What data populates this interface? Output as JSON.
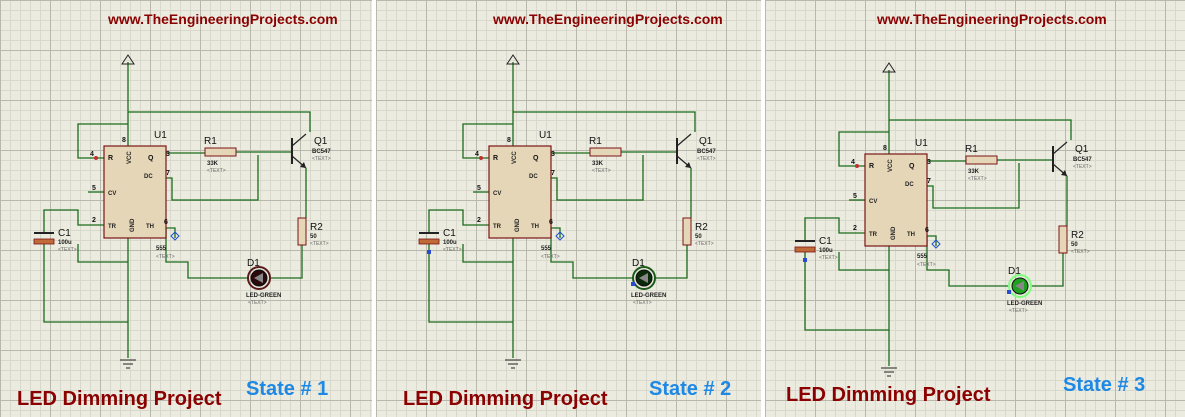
{
  "panels": [
    {
      "id": "state-1",
      "site_url": "www.TheEngineeringProjects.com",
      "project_title": "LED Dimming Project",
      "state_label": "State # 1",
      "led_color": "#2a0a0a",
      "led_glow": "#5a1a1a"
    },
    {
      "id": "state-2",
      "site_url": "www.TheEngineeringProjects.com",
      "project_title": "LED Dimming Project",
      "state_label": "State # 2",
      "led_color": "#0a2a0a",
      "led_glow": "#1a5a1a"
    },
    {
      "id": "state-3",
      "site_url": "www.TheEngineeringProjects.com",
      "project_title": "LED Dimming Project",
      "state_label": "State # 3",
      "led_color": "#1fa01f",
      "led_glow": "#7dff7d"
    }
  ],
  "components": {
    "timer": {
      "ref": "U1",
      "part": "555",
      "pins": {
        "vcc_num": "8",
        "reset": "R",
        "vcc": "VCC",
        "q": "Q",
        "dc": "DC",
        "cv": "CV",
        "tr": "TR",
        "gnd": "GND",
        "th": "TH",
        "n4": "4",
        "n3": "3",
        "n7": "7",
        "n5": "5",
        "n2": "2",
        "n6": "6"
      }
    },
    "resistor1": {
      "ref": "R1",
      "value": "33K",
      "text": "<TEXT>"
    },
    "transistor": {
      "ref": "Q1",
      "part": "BC547",
      "text": "<TEXT>"
    },
    "resistor2": {
      "ref": "R2",
      "value": "50",
      "text": "<TEXT>"
    },
    "capacitor": {
      "ref": "C1",
      "value": "100u",
      "text": "<TEXT>"
    },
    "led": {
      "ref": "D1",
      "part": "LED-GREEN",
      "text": "<TEXT>"
    },
    "timer_text": "<TEXT>"
  },
  "colors": {
    "title": "#8b0000",
    "state": "#1e88e5",
    "wire": "#1b6b1b"
  }
}
